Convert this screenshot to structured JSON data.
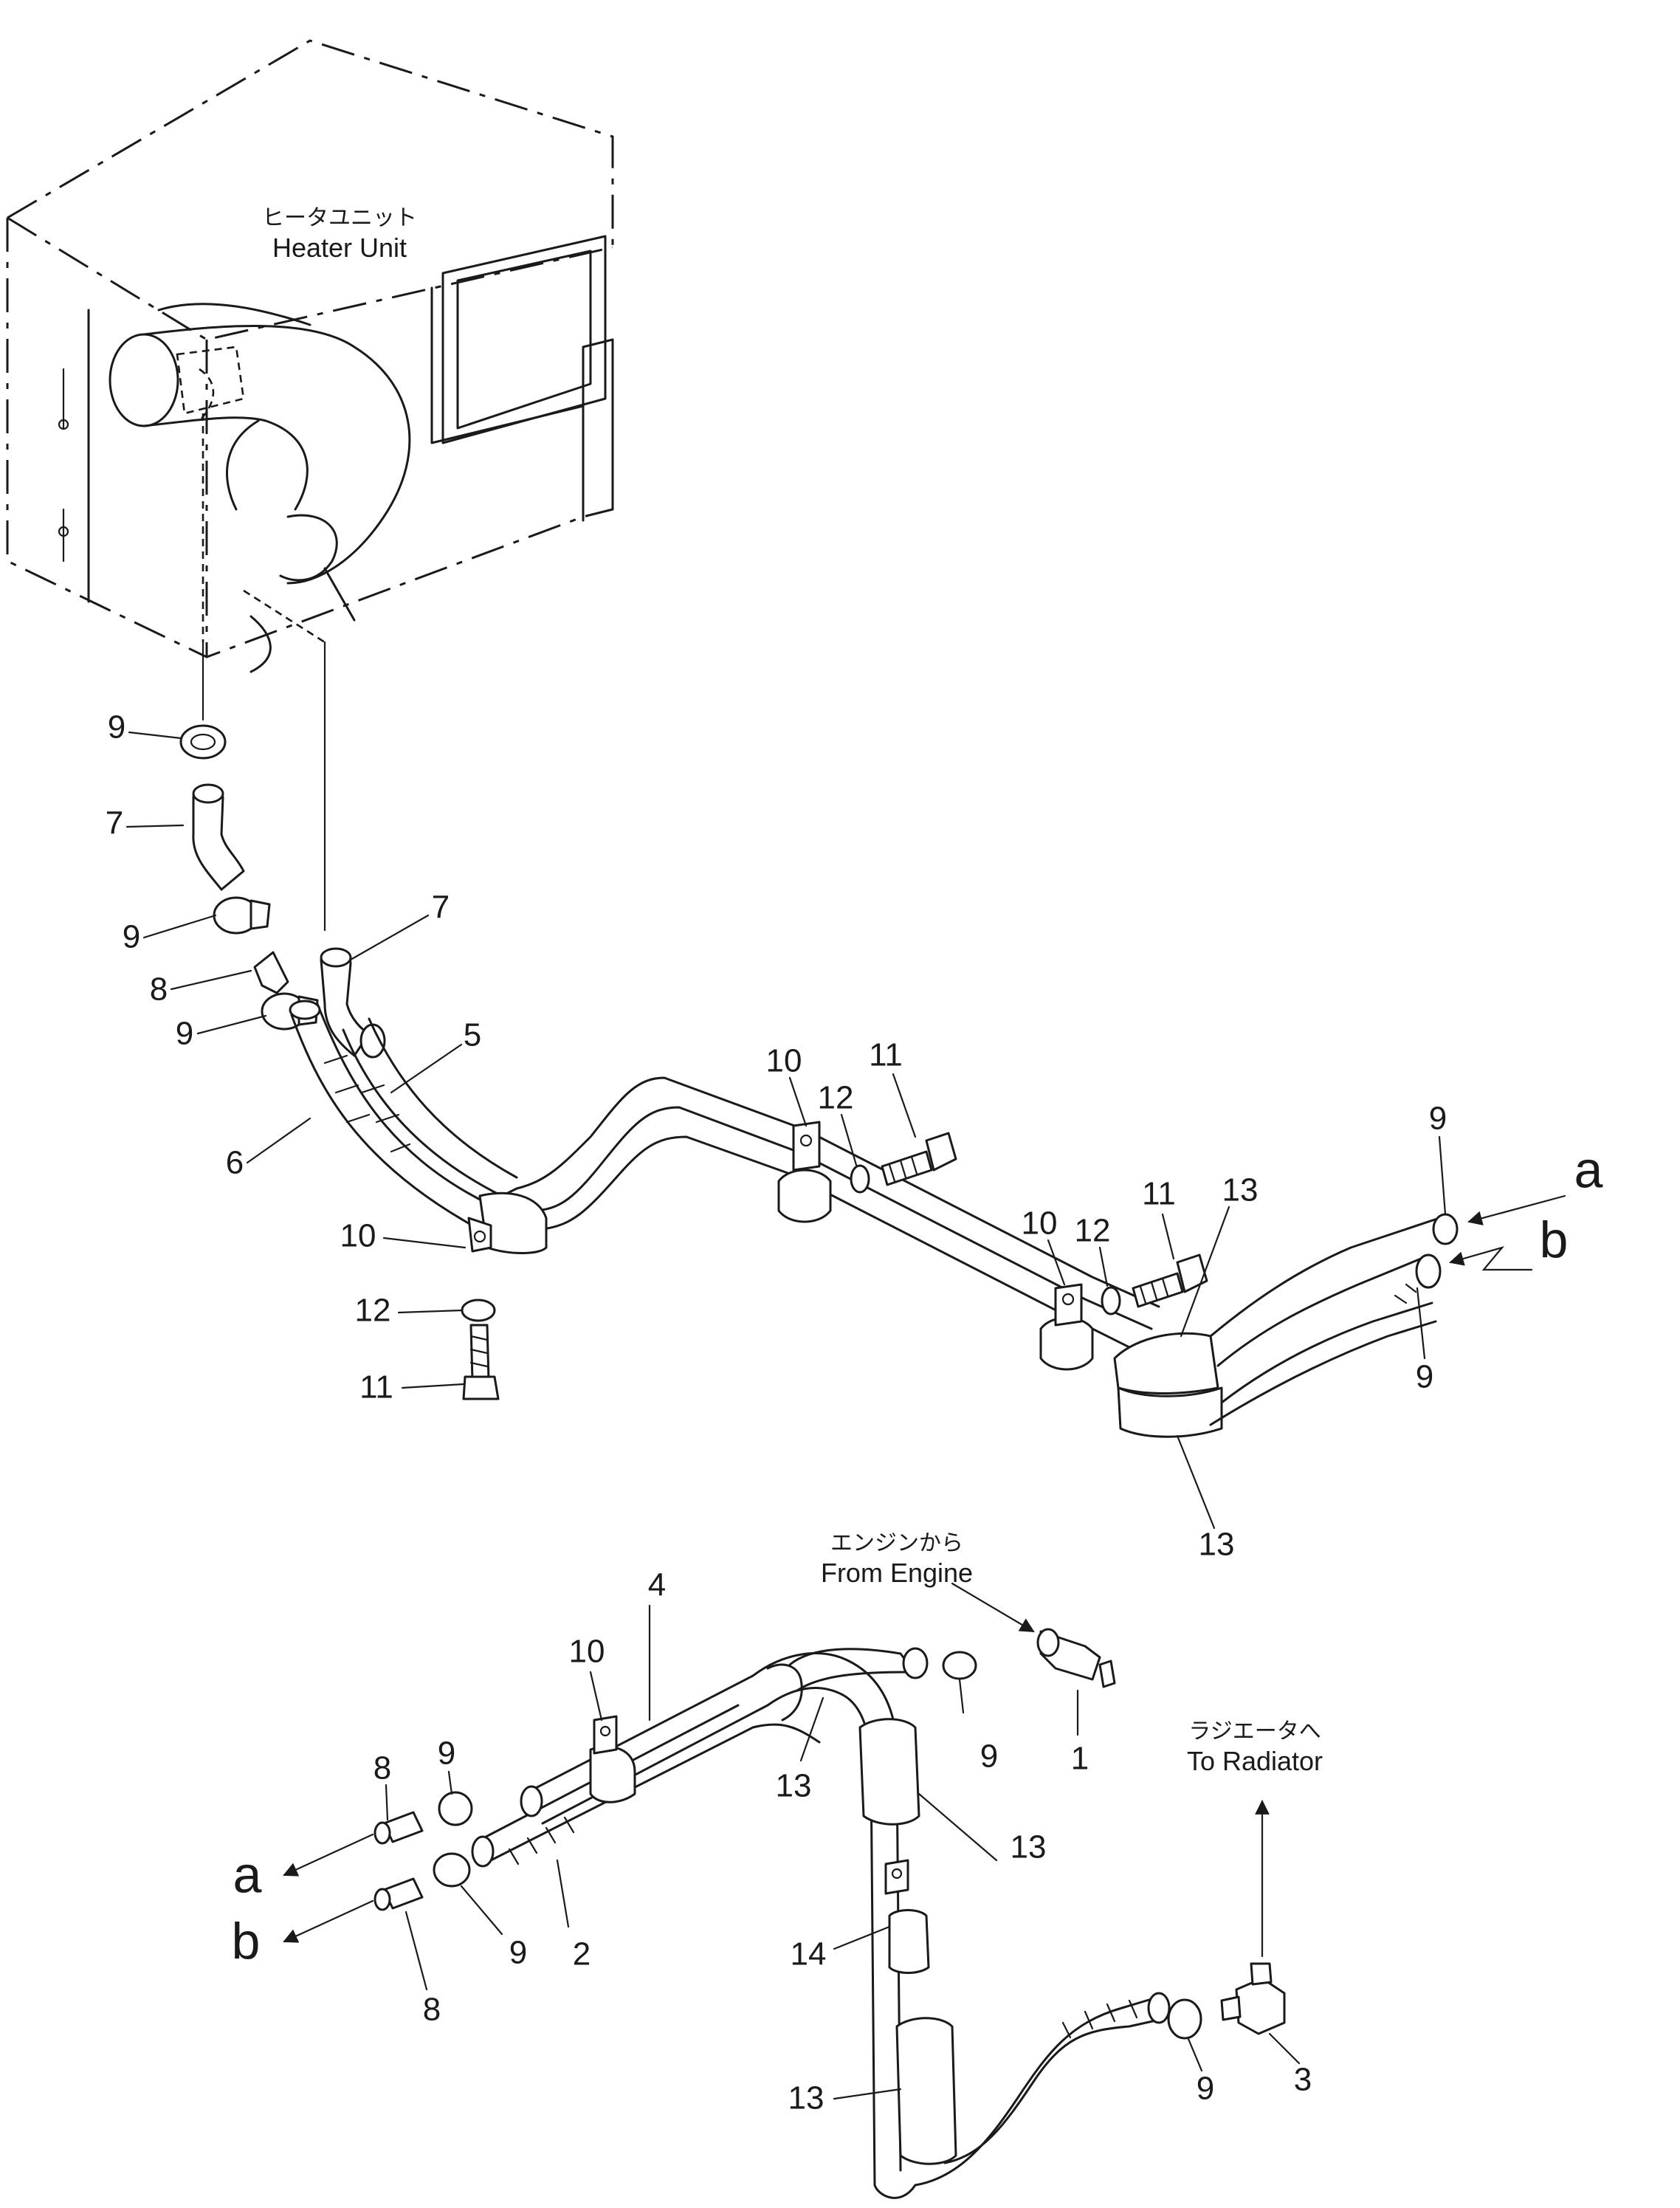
{
  "notes": {
    "heater_unit": {
      "ja": "ヒータユニット",
      "en": "Heater Unit"
    },
    "from_engine": {
      "ja": "エンジンから",
      "en": "From Engine"
    },
    "to_radiator": {
      "ja": "ラジエータへ",
      "en": "To Radiator"
    }
  },
  "callouts": {
    "c9a": "9",
    "c7a": "7",
    "c9b": "9",
    "c8a": "8",
    "c9c": "9",
    "c6": "6",
    "c7b": "7",
    "c5": "5",
    "c10a": "10",
    "c12a": "12",
    "c11a": "11",
    "c10b": "10",
    "c12b": "12",
    "c11b": "11",
    "c10c": "10",
    "c12c": "12",
    "c11c": "11",
    "c13a": "13",
    "c9d": "9",
    "c9e": "9",
    "c13b": "13",
    "c10d": "10",
    "c4": "4",
    "c9f": "9",
    "c9g": "9",
    "c1": "1",
    "c13c": "13",
    "c13d": "13",
    "c8b": "8",
    "c2": "2",
    "c9h": "9",
    "c8c": "8",
    "c14": "14",
    "c13e": "13",
    "c9i": "9",
    "c3": "3"
  },
  "connectors": {
    "a_top": "a",
    "b_top": "b",
    "a_bottom": "a",
    "b_bottom": "b"
  }
}
